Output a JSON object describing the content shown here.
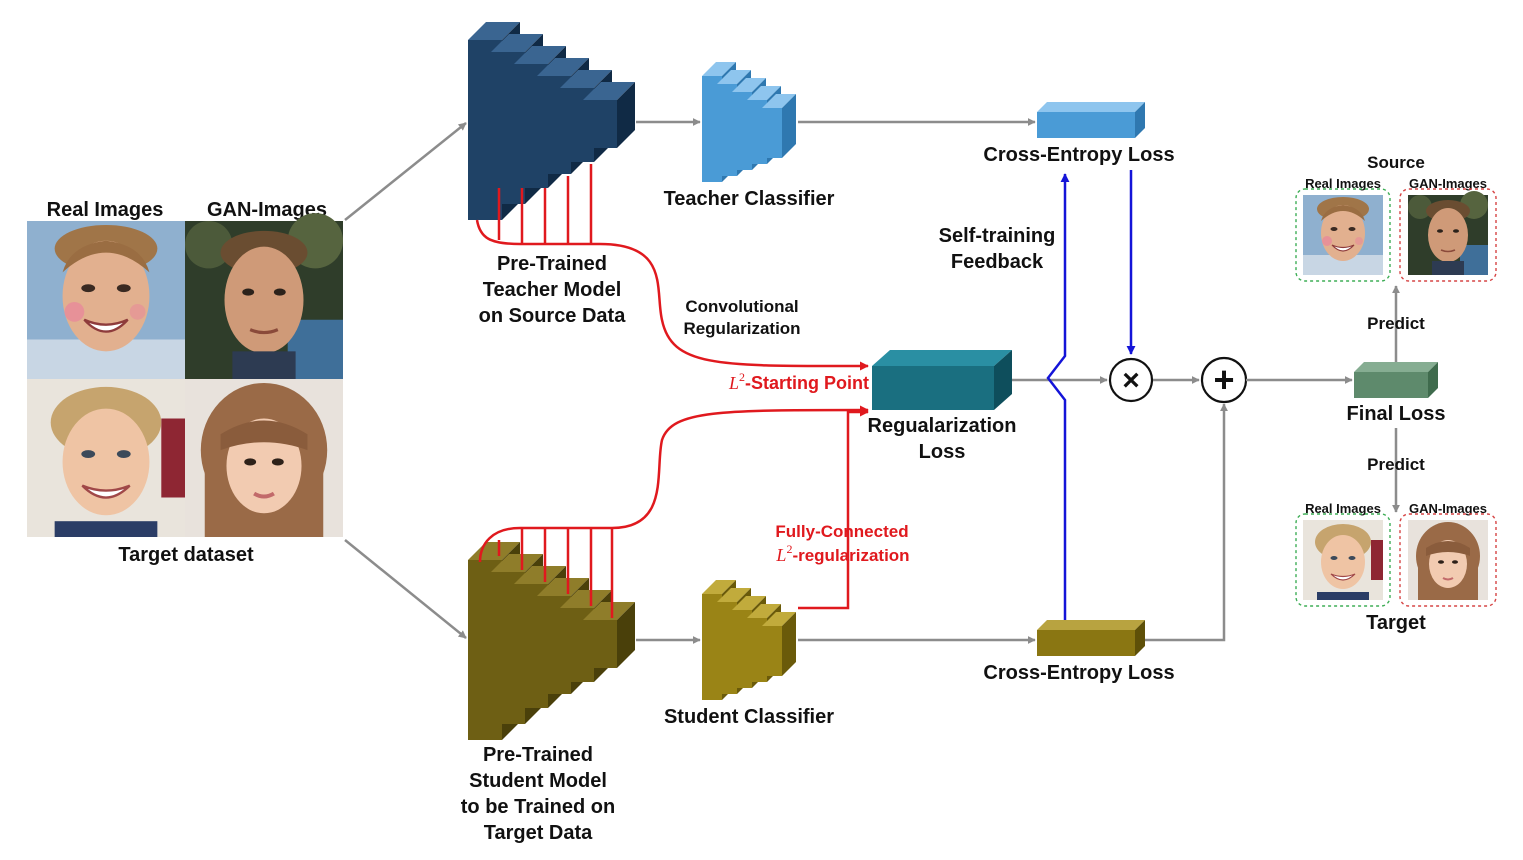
{
  "colors": {
    "teacher_block": "#1f4266",
    "teacher_classifier": "#4a9bd6",
    "student_block": "#6e5f14",
    "student_classifier": "#9a8416",
    "regularization_block": "#1a6f80",
    "final_loss_block": "#5e8a6c",
    "red_links": "#e0191e",
    "blue_feedback": "#1414d8",
    "gray_flow": "#8c8c8c",
    "real_frame": "#3fae57",
    "gan_frame": "#d64545"
  },
  "dataset": {
    "real_label": "Real Images",
    "gan_label": "GAN-Images",
    "caption": "Target dataset"
  },
  "teacher": {
    "model_line1": "Pre-Trained",
    "model_line2": "Teacher Model",
    "model_line3": "on Source Data",
    "classifier_label": "Teacher Classifier",
    "ce_label": "Cross-Entropy Loss"
  },
  "student": {
    "model_line1": "Pre-Trained",
    "model_line2": "Student Model",
    "model_line3": "to be Trained on",
    "model_line4": "Target Data",
    "classifier_label": "Student Classifier",
    "ce_label": "Cross-Entropy Loss"
  },
  "regularization": {
    "conv_line1": "Convolutional",
    "conv_line2": "Regularization",
    "start_math": "L",
    "start_sup": "2",
    "start_text": "-Starting Point",
    "fc_line1": "Fully-Connected",
    "fc_math": "L",
    "fc_sup": "2",
    "fc_text": "-regularization",
    "loss_line1": "Regualarization",
    "loss_line2": "Loss"
  },
  "feedback": {
    "line1": "Self-training",
    "line2": "Feedback"
  },
  "ops": {
    "multiply": "×",
    "add": "+"
  },
  "final": {
    "loss_label": "Final Loss",
    "predict_up": "Predict",
    "predict_down": "Predict",
    "source_label": "Source",
    "target_label": "Target",
    "real_label": "Real Images",
    "gan_label": "GAN-Images"
  }
}
